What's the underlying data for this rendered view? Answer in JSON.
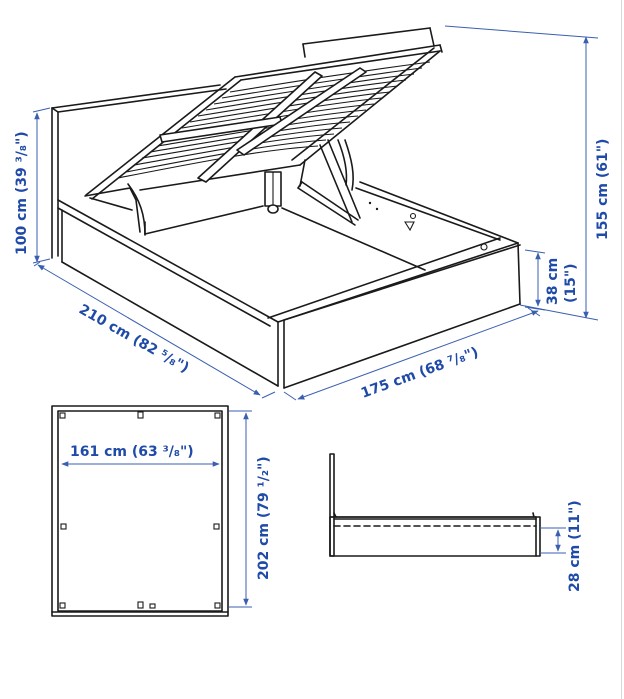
{
  "diagram": {
    "subject": "Storage bed frame with lift-up slatted base",
    "views": [
      "isometric",
      "top",
      "side"
    ],
    "colors": {
      "line": "#1a1a1a",
      "dimension_line": "#3a5fb0",
      "dimension_text": "#1f4aa8",
      "background": "#ffffff"
    }
  },
  "dimensions": {
    "headboard_height": "100 cm (39 ³/₈\")",
    "total_height_lifted": "155 cm (61\")",
    "length": "210 cm (82 ⁵/₈\")",
    "width": "175 cm (68 ⁷/₈\")",
    "frame_height": "38 cm (15\")",
    "frame_height_cm": "38 cm",
    "frame_height_in": "(15\")",
    "inner_width": "161 cm (63 ³/₈\")",
    "inner_length": "202 cm (79 ¹/₂\")",
    "underbed_clearance": "28 cm (11\")"
  }
}
